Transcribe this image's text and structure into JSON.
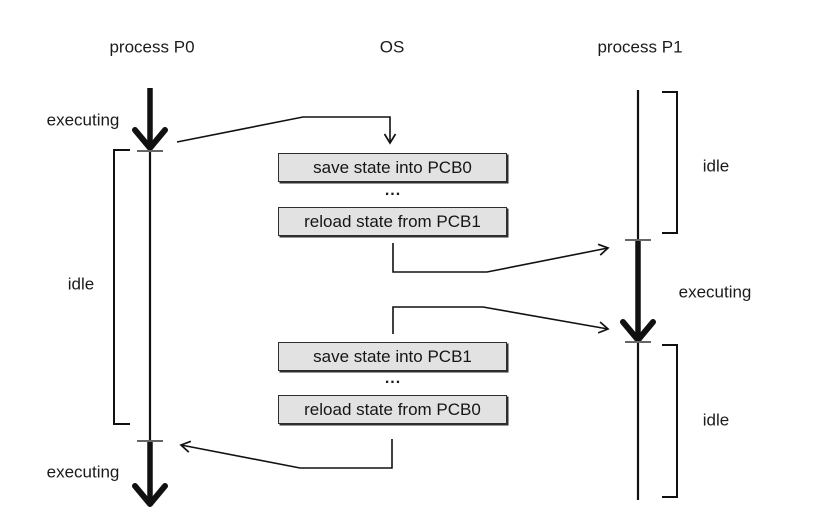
{
  "diagram": {
    "titles": {
      "p0": "process P0",
      "os": "OS",
      "p1": "process P1"
    },
    "p0_labels": {
      "executing_top": "executing",
      "idle": "idle",
      "executing_bottom": "executing"
    },
    "p1_labels": {
      "idle_top": "idle",
      "executing": "executing",
      "idle_bottom": "idle"
    },
    "os_boxes": {
      "save_pcb0": "save state into PCB0",
      "ellipsis_top": "...",
      "reload_pcb1": "reload state from PCB1",
      "save_pcb1": "save state into PCB1",
      "ellipsis_bottom": "...",
      "reload_pcb0": "reload state from PCB0"
    },
    "colors": {
      "background": "#ffffff",
      "line": "#111111",
      "tick": "#666666",
      "box_fill": "#e2e2e2",
      "box_border": "#2e2e2e",
      "text": "#1b1b1b"
    }
  }
}
